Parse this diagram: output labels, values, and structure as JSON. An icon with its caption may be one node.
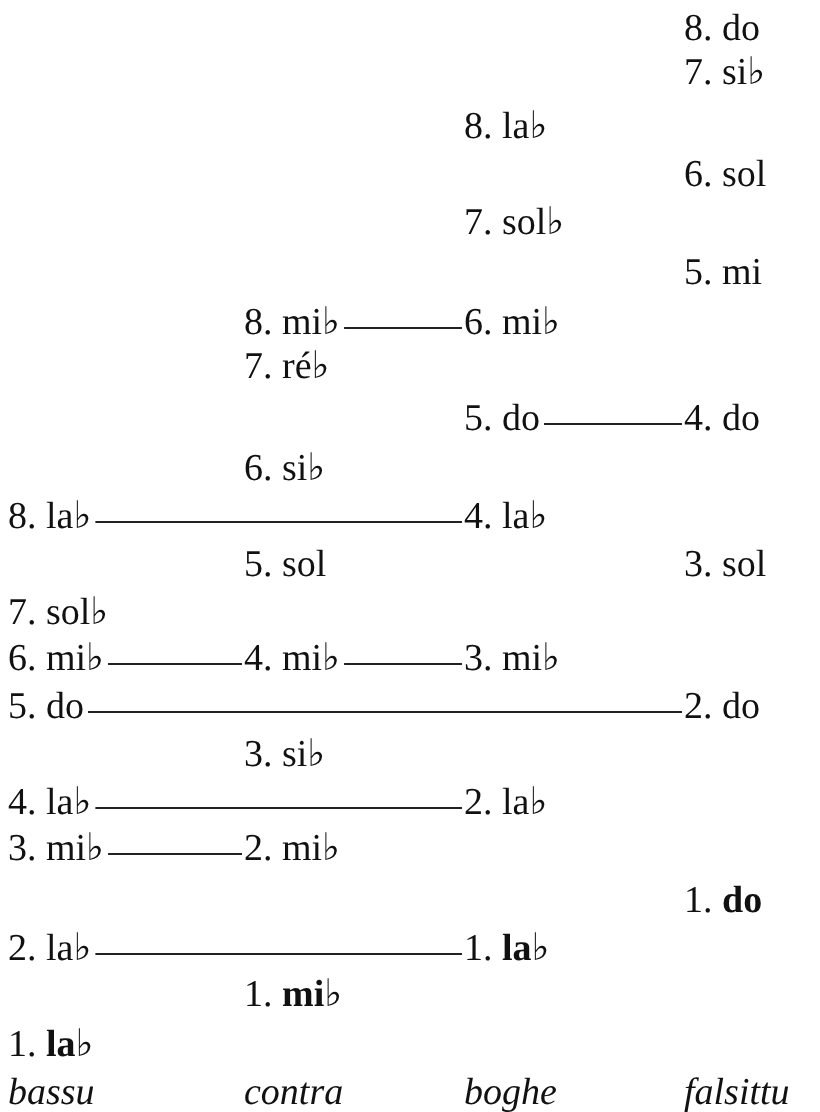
{
  "diagram": {
    "nodes": [
      {
        "text": [
          "8. do"
        ]
      },
      {
        "text": [
          "7. si♭"
        ]
      },
      {
        "text": [
          "8. la♭"
        ]
      },
      {
        "text": [
          "6. sol"
        ]
      },
      {
        "text": [
          "7. sol♭"
        ]
      },
      {
        "text": [
          "5. mi"
        ]
      },
      {
        "text": [
          "8. mi♭"
        ]
      },
      {
        "text": [
          "6. mi♭"
        ]
      },
      {
        "text": [
          "7. ré♭"
        ]
      },
      {
        "text": [
          "5. do"
        ]
      },
      {
        "text": [
          "4. do"
        ]
      },
      {
        "text": [
          "6. si♭"
        ]
      },
      {
        "text": [
          "8. la♭"
        ]
      },
      {
        "text": [
          "4. la♭"
        ]
      },
      {
        "text": [
          "5. sol"
        ]
      },
      {
        "text": [
          "3. sol"
        ]
      },
      {
        "text": [
          "7. sol♭"
        ]
      },
      {
        "text": [
          "6. mi♭"
        ]
      },
      {
        "text": [
          "4. mi♭"
        ]
      },
      {
        "text": [
          "3. mi♭"
        ]
      },
      {
        "text": [
          "5. do"
        ]
      },
      {
        "text": [
          "2. do"
        ]
      },
      {
        "text": [
          "3. si♭"
        ]
      },
      {
        "text": [
          "4. la♭"
        ]
      },
      {
        "text": [
          "2. la♭"
        ]
      },
      {
        "text": [
          "3. mi♭"
        ]
      },
      {
        "text": [
          "2. mi♭"
        ]
      },
      {
        "text": [
          "1. **do**"
        ]
      },
      {
        "text": [
          "2. la♭"
        ]
      },
      {
        "text": [
          "1. **la♭**"
        ]
      },
      {
        "text": [
          "1. **mi♭**"
        ]
      },
      {
        "text": [
          "1. **la♭**"
        ]
      }
    ],
    "edges": [
      {
        "from": 6,
        "to": 7,
        "arrow": "none"
      },
      {
        "from": 9,
        "to": 10,
        "arrow": "none"
      },
      {
        "from": 12,
        "to": 13,
        "arrow": "none"
      },
      {
        "from": 17,
        "to": 18,
        "arrow": "none"
      },
      {
        "from": 18,
        "to": 19,
        "arrow": "none"
      },
      {
        "from": 20,
        "to": 21,
        "arrow": "none"
      },
      {
        "from": 23,
        "to": 24,
        "arrow": "none"
      },
      {
        "from": 25,
        "to": 26,
        "arrow": "none"
      },
      {
        "from": 28,
        "to": 29,
        "arrow": "none"
      }
    ],
    "labels": [
      "bassu",
      "contra",
      "boghe",
      "falsittu"
    ]
  }
}
